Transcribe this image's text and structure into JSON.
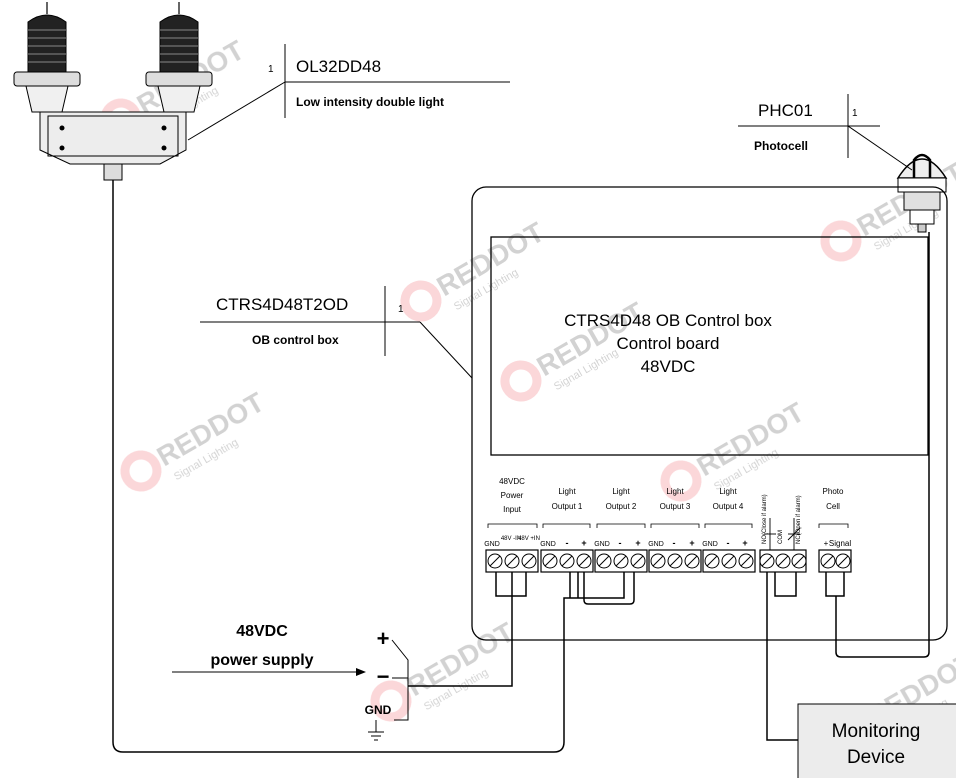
{
  "light_fixture": {
    "code": "OL32DD48",
    "qty": "1",
    "description": "Low intensity double light"
  },
  "photocell": {
    "code": "PHC01",
    "qty": "1",
    "description": "Photocell"
  },
  "control_box_callout": {
    "code": "CTRS4D48T2OD",
    "qty": "1",
    "description": "OB control box"
  },
  "control_box": {
    "title_line1": "CTRS4D48 OB Control box",
    "title_line2": "Control board",
    "title_line3": "48VDC"
  },
  "terminal_groups": [
    {
      "label_lines": [
        "48VDC",
        "Power",
        "Input"
      ],
      "terms": [
        "GND",
        "48V -IN",
        "48V +IN"
      ]
    },
    {
      "label_lines": [
        "Light",
        "Output 1"
      ],
      "terms": [
        "GND",
        "-",
        "+"
      ]
    },
    {
      "label_lines": [
        "Light",
        "Output 2"
      ],
      "terms": [
        "GND",
        "-",
        "+"
      ]
    },
    {
      "label_lines": [
        "Light",
        "Output 3"
      ],
      "terms": [
        "GND",
        "-",
        "+"
      ]
    },
    {
      "label_lines": [
        "Light",
        "Output 4"
      ],
      "terms": [
        "GND",
        "-",
        "+"
      ]
    },
    {
      "label_lines": [],
      "terms": [
        "NO(Close if alarm)",
        "COM",
        "NC(Open if alarm)"
      ]
    },
    {
      "label_lines": [
        "Photo",
        "Cell"
      ],
      "terms": [
        "+",
        "Signal"
      ]
    }
  ],
  "power_supply": {
    "label_line1": "48VDC",
    "label_line2": "power supply",
    "plus": "+",
    "minus": "−",
    "gnd": "GND"
  },
  "monitoring": {
    "line1": "Monitoring",
    "line2": "Device"
  },
  "watermark": {
    "brand": "REDDOT",
    "sub": "Signal Lighting",
    "reg": "®",
    "color": "#e8202a"
  },
  "colors": {
    "line": "#000000",
    "watermark": "#e8202a"
  }
}
